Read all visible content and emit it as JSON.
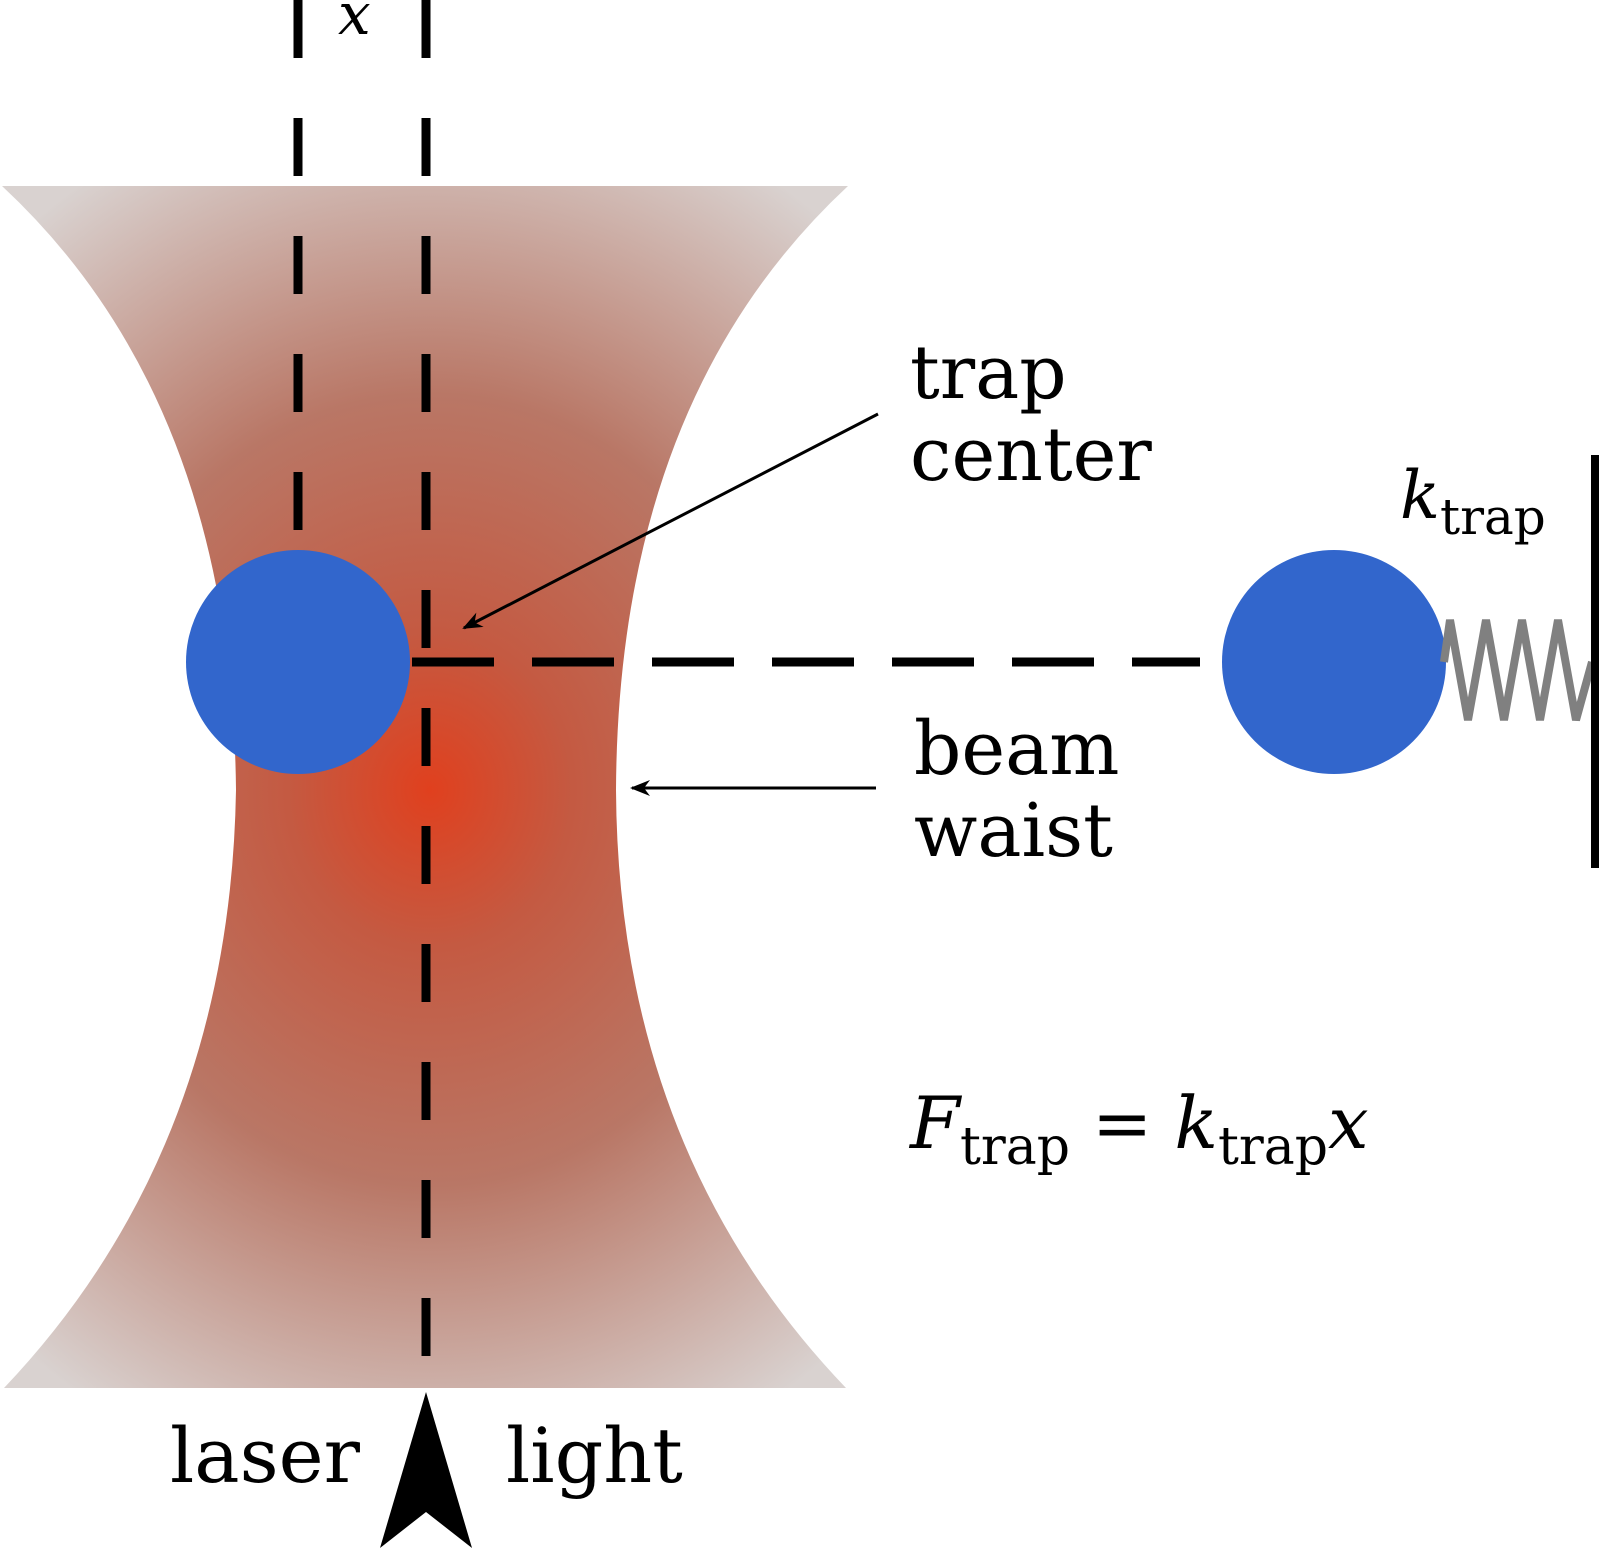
{
  "labels": {
    "x_symbol": "x",
    "trap_center_line1": "trap",
    "trap_center_line2": "center",
    "beam_waist_line1": "beam",
    "beam_waist_line2": "waist",
    "k_trap": {
      "symbol": "k",
      "subscript": "trap"
    },
    "equation": {
      "lhs_symbol": "F",
      "lhs_subscript": "trap",
      "equals": "=",
      "rhs_symbol": "k",
      "rhs_subscript": "trap",
      "rhs_var": "x"
    },
    "laser": "laser",
    "light": "light"
  },
  "colors": {
    "beam_center": "#e0401e",
    "beam_mid": "#b97766",
    "beam_edge": "#d9d2d0",
    "bead": "#3266cc",
    "spring": "#808080",
    "ink": "#000000"
  }
}
